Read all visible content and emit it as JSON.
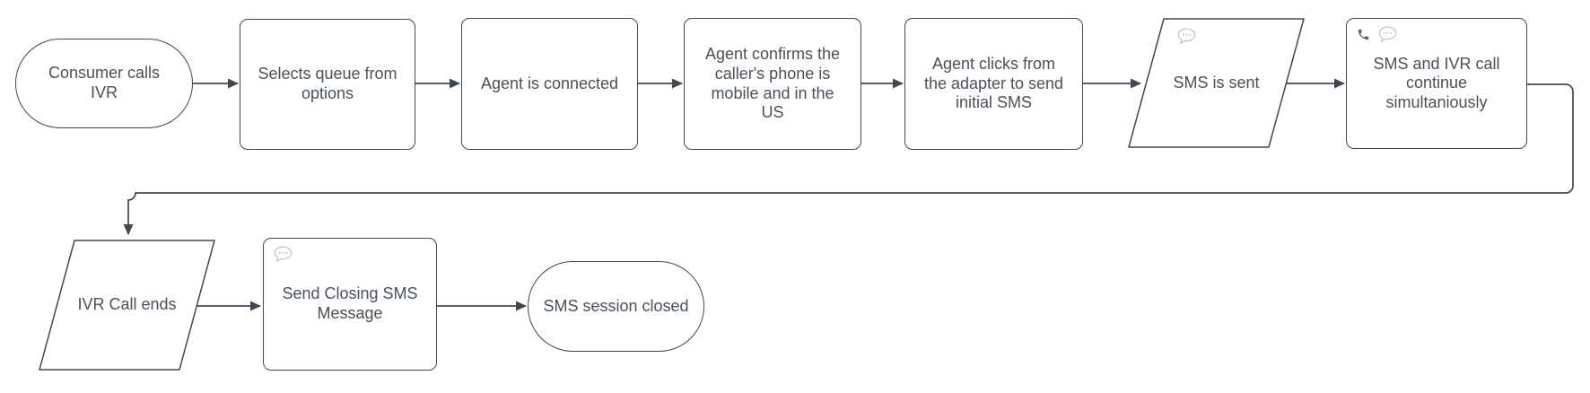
{
  "diagram": {
    "type": "flowchart",
    "background": "#ffffff",
    "colors": {
      "shape_stroke": "#404852",
      "shape_fill": "#ffffff",
      "text": "#49515b",
      "connector": "#404852",
      "chat_icon": "#c3c7cb",
      "phone_icon": "#5a6067"
    },
    "nodes": [
      {
        "id": "consumer-calls-ivr",
        "shape": "terminator",
        "label": "Consumer calls\nIVR",
        "icons": []
      },
      {
        "id": "selects-queue",
        "shape": "process",
        "label": "Selects queue from\noptions",
        "icons": []
      },
      {
        "id": "agent-connected",
        "shape": "process",
        "label": "Agent is connected",
        "icons": []
      },
      {
        "id": "agent-confirms",
        "shape": "process",
        "label": "Agent confirms the\ncaller's phone is\nmobile and in the\nUS",
        "icons": []
      },
      {
        "id": "agent-clicks-adapter",
        "shape": "process",
        "label": "Agent clicks from\nthe adapter to send\ninitial SMS",
        "icons": []
      },
      {
        "id": "sms-is-sent",
        "shape": "parallelogram",
        "label": "SMS is sent",
        "icons": [
          "chat-bubble"
        ]
      },
      {
        "id": "sms-ivr-continue",
        "shape": "process",
        "label": "SMS and IVR call\ncontinue\nsimultaniously",
        "icons": [
          "phone",
          "chat-bubble"
        ]
      },
      {
        "id": "ivr-call-ends",
        "shape": "parallelogram",
        "label": "IVR Call ends",
        "icons": []
      },
      {
        "id": "send-closing-sms",
        "shape": "process",
        "label": "Send Closing SMS\nMessage",
        "icons": [
          "chat-bubble"
        ]
      },
      {
        "id": "sms-session-closed",
        "shape": "terminator",
        "label": "SMS session closed",
        "icons": []
      }
    ],
    "edges": [
      {
        "from": "consumer-calls-ivr",
        "to": "selects-queue"
      },
      {
        "from": "selects-queue",
        "to": "agent-connected"
      },
      {
        "from": "agent-connected",
        "to": "agent-confirms"
      },
      {
        "from": "agent-confirms",
        "to": "agent-clicks-adapter"
      },
      {
        "from": "agent-clicks-adapter",
        "to": "sms-is-sent"
      },
      {
        "from": "sms-is-sent",
        "to": "sms-ivr-continue"
      },
      {
        "from": "sms-ivr-continue",
        "to": "ivr-call-ends"
      },
      {
        "from": "ivr-call-ends",
        "to": "send-closing-sms"
      },
      {
        "from": "send-closing-sms",
        "to": "sms-session-closed"
      }
    ]
  }
}
